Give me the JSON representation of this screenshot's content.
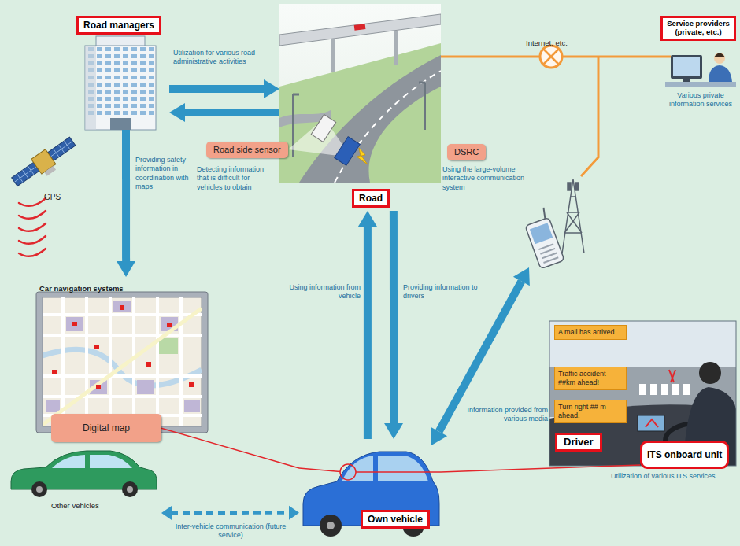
{
  "diagram": {
    "nodes": [
      {
        "text": [
          "Road managers"
        ]
      },
      {
        "text": [
          "Service providers (private, etc.)"
        ]
      },
      {
        "text": [
          "Road side sensor"
        ]
      },
      {
        "text": [
          "DSRC"
        ]
      },
      {
        "text": [
          "Road"
        ]
      },
      {
        "text": [
          "Car navigation systems"
        ]
      },
      {
        "text": [
          "A mail has arrived."
        ]
      },
      {
        "text": [
          "Traffic accident ##km ahead!"
        ]
      },
      {
        "text": [
          "Turn right ## m ahead."
        ]
      },
      {
        "text": [
          "Digital map"
        ]
      },
      {
        "text": [
          "Driver"
        ]
      },
      {
        "text": [
          "ITS onboard unit"
        ]
      },
      {
        "text": [
          "Other vehicles"
        ]
      },
      {
        "text": [
          "Own vehicle"
        ]
      }
    ],
    "edges": [
      {
        "from": 0,
        "to": 4,
        "arrow": "to",
        "label": "Utilization for various road administrative activities"
      },
      {
        "from": 4,
        "to": 0,
        "arrow": "to"
      },
      {
        "from": 0,
        "to": 5,
        "arrow": "to",
        "label": "Providing safety information in coordination with maps"
      },
      {
        "from": 13,
        "to": 4,
        "arrow": "to",
        "label": "Using information from vehicle"
      },
      {
        "from": 4,
        "to": 13,
        "arrow": "to",
        "label": "Providing information to drivers"
      },
      {
        "from": 12,
        "to": 13,
        "arrow": "both",
        "label": "Inter-vehicle communication (future service)"
      },
      {
        "from": 9,
        "to": 13,
        "arrow": "none"
      },
      {
        "from": 13,
        "to": 11,
        "arrow": "none"
      }
    ],
    "labels": [
      "GPS",
      "Detecting information that is difficult for vehicles to obtain",
      "Internet, etc.",
      "Various private information services",
      "Using the large-volume interactive communication system",
      "Information provided from various media",
      "Utilization of various ITS services"
    ]
  }
}
